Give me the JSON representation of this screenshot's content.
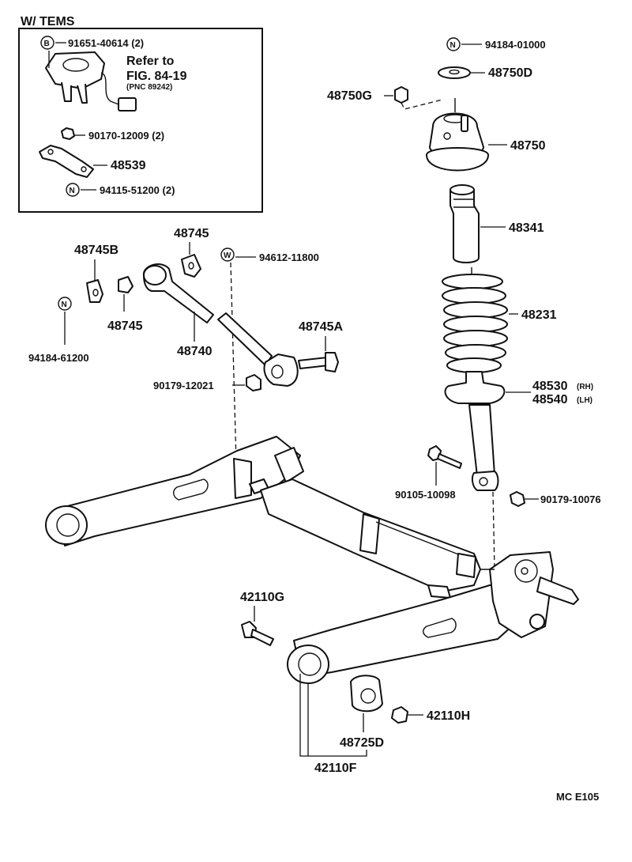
{
  "inset": {
    "title": "W/ TEMS",
    "bolt_label": "91651-40614 (2)",
    "bolt_symbol": "B",
    "refer_line1": "Refer to",
    "refer_line2": "FIG. 84-19",
    "refer_line3": "(PNC 89242)",
    "nut_label": "90170-12009 (2)",
    "bracket_label": "48539",
    "clip_label": "94115-51200 (2)",
    "clip_symbol": "N"
  },
  "parts": {
    "p94184_01000": "94184-01000",
    "p94184_01000_sym": "N",
    "p48750D": "48750D",
    "p48750G": "48750G",
    "p48750": "48750",
    "p48341": "48341",
    "p48231": "48231",
    "p48530": "48530",
    "p48530_side": "(RH)",
    "p48540": "48540",
    "p48540_side": "(LH)",
    "p90105_10098": "90105-10098",
    "p90179_10076": "90179-10076",
    "p48745B": "48745B",
    "p48745_top": "48745",
    "p48745_low": "48745",
    "p94612_11800": "94612-11800",
    "p94612_11800_sym": "W",
    "p94184_61200": "94184-61200",
    "p94184_61200_sym": "N",
    "p48740": "48740",
    "p48745A": "48745A",
    "p90179_12021": "90179-12021",
    "p42110G": "42110G",
    "p42110H": "42110H",
    "p48725D": "48725D",
    "p42110F": "42110F"
  },
  "footer": {
    "code": "MC  E105"
  }
}
